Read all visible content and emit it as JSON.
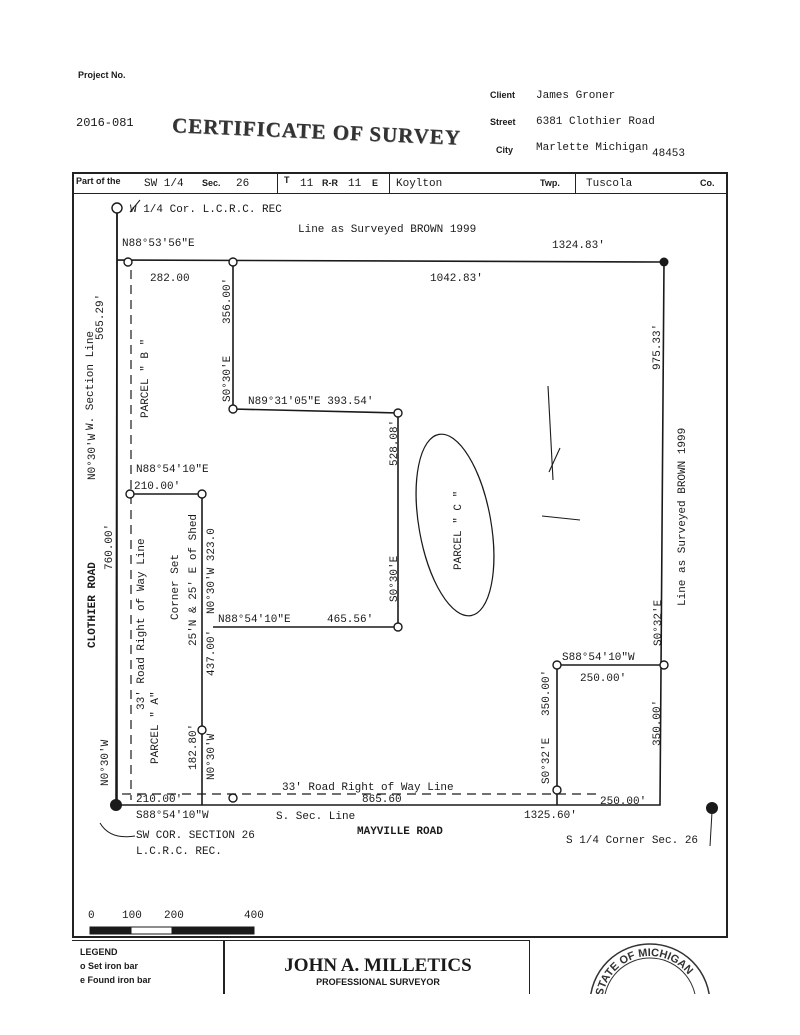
{
  "header": {
    "project_no_label": "Project No.",
    "project_no": "2016-081",
    "title": "CERTIFICATE OF SURVEY",
    "client_label": "Client",
    "client": "James Groner",
    "street_label": "Street",
    "street": "6381 Clothier Road",
    "city_label": "City",
    "city": "Marlette Michigan",
    "zip": "48453"
  },
  "location_strip": {
    "part_label": "Part of the",
    "part_value": "SW 1/4",
    "sec_label": "Sec.",
    "sec_value": "26",
    "t_label": "T",
    "t_value": "11",
    "r_label": "R-R",
    "r_value": "11",
    "r_dir": "E",
    "township": "Koylton",
    "twp_label": "Twp.",
    "county": "Tuscola",
    "co_label": "Co."
  },
  "drawing": {
    "corner_nw": "W 1/4 Cor. L.C.R.C. REC",
    "line_top": "Line as Surveyed BROWN 1999",
    "bearing_top": "N88°53'56\"E",
    "dist_top_total": "1324.83'",
    "dist_top_left": "282.00",
    "dist_top_right": "1042.83'",
    "dist_356": "356.00'",
    "dist_975": "975.33'",
    "dist_565": "565.29'",
    "w_section_line": "W. Section Line",
    "parcel_b": "PARCEL \" B \"",
    "bearing_s030e_a": "S0°30'E",
    "bearing_n8931": "N89°31'05\"E 393.54'",
    "dist_528": "528.08'",
    "bearing_n030w_left": "N0°30'W",
    "bearing_n885410_a": "N88°54'10\"E",
    "dist_210_top": "210.00'",
    "parcel_c": "PARCEL \" C \"",
    "line_right": "Line as Surveyed BROWN 1999",
    "clothier_road": "CLOTHIER ROAD",
    "dist_760": "760.00'",
    "road_row_west": "33' Road Right of Way Line",
    "corner_set_1": "Corner Set",
    "corner_set_2": "25'N & 25' E of Shed",
    "bearing_n030w_323": "N0°30'W 323.0",
    "bearing_n885410_b": "N88°54'10\"E",
    "dist_465": "465.56'",
    "bearing_s030e_b": "S0°30'E",
    "bearing_s032e_right": "S0°32'E",
    "dist_437": "437.00'",
    "parcel_a": "PARCEL \" A\"",
    "bearing_s885410_w_right": "S88°54'10\"W",
    "dist_250_upper": "250.00'",
    "dist_350_inner": "350.00'",
    "bearing_s032e_inner": "S0°32'E",
    "dist_350_outer": "350.00'",
    "bearing_n030w_bottom": "N0°30'W",
    "dist_182": "182.80'",
    "bearing_n030w_small": "N0°30'W",
    "road_row_south": "33' Road Right of Way Line",
    "dist_865": "865.60",
    "dist_210_bottom": "210.00'",
    "bearing_s885410_w_bottom": "S88°54'10\"W",
    "s_sec_line": "S. Sec. Line",
    "dist_1325": "1325.60'",
    "dist_250_bottom": "250.00'",
    "mayville_road": "MAYVILLE ROAD",
    "sw_corner_1": "SW COR. SECTION 26",
    "sw_corner_2": "L.C.R.C. REC.",
    "s_quarter_corner": "S 1/4 Corner Sec. 26"
  },
  "scale_bar": {
    "labels": [
      "0",
      "100",
      "200",
      "400"
    ]
  },
  "footer": {
    "legend_title": "LEGEND",
    "legend_set": "o Set iron bar",
    "legend_found": "e Found iron bar",
    "surveyor_name": "JOHN A. MILLETICS",
    "surveyor_title": "PROFESSIONAL SURVEYOR",
    "seal_text": "STATE OF MICHIGAN"
  },
  "colors": {
    "ink": "#1a1a1a",
    "paper": "#ffffff"
  }
}
